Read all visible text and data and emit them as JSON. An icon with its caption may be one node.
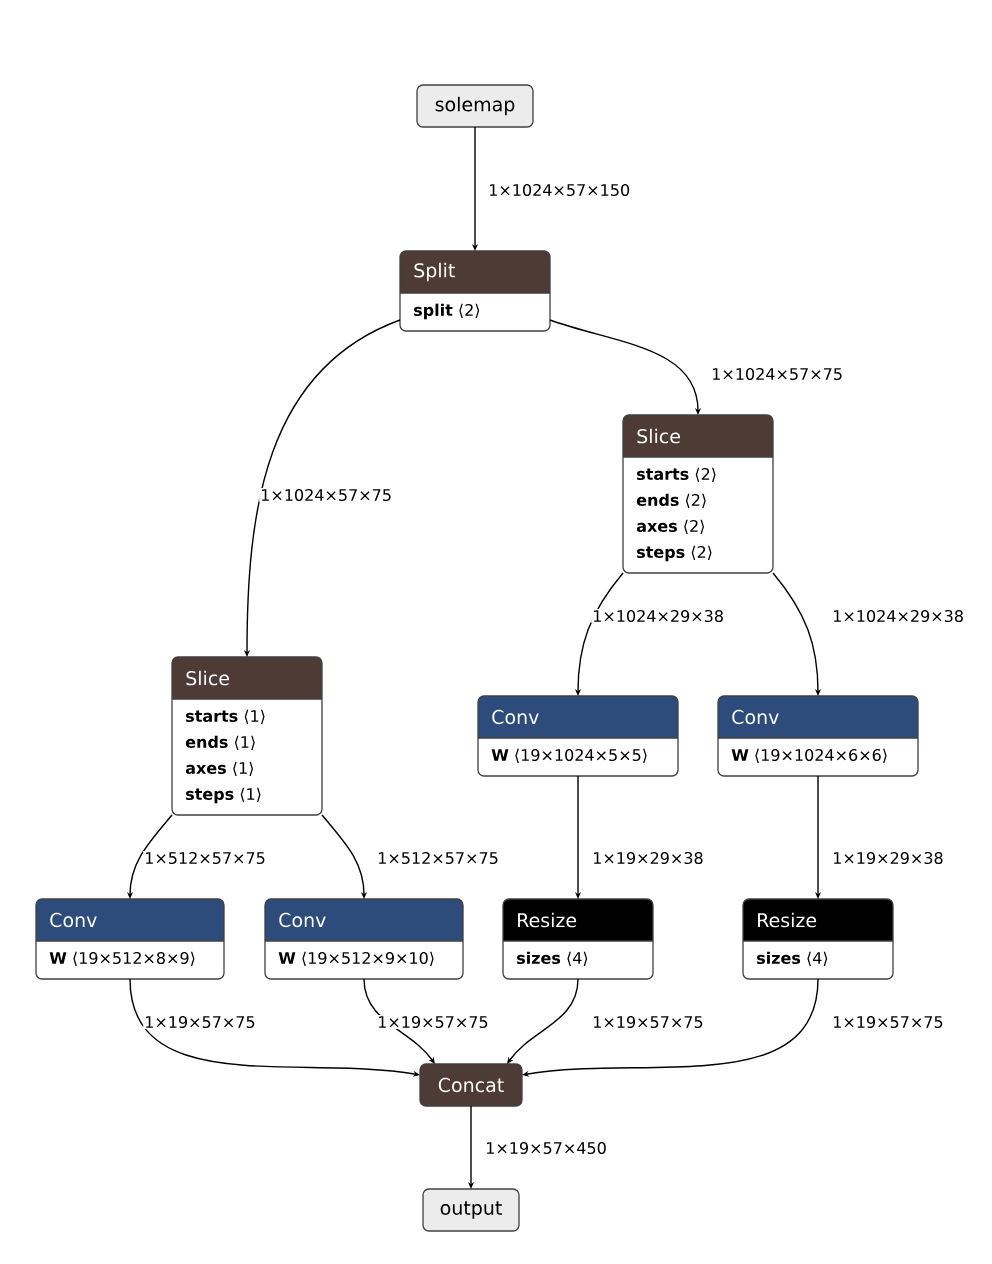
{
  "diagram": {
    "nodes": [
      {
        "text": [
          "solemap"
        ]
      },
      {
        "text": [
          "Split",
          "**split** ⟨2⟩"
        ]
      },
      {
        "text": [
          "Slice",
          "**starts** ⟨2⟩",
          "**ends** ⟨2⟩",
          "**axes** ⟨2⟩",
          "**steps** ⟨2⟩"
        ]
      },
      {
        "text": [
          "Slice",
          "**starts** ⟨1⟩",
          "**ends** ⟨1⟩",
          "**axes** ⟨1⟩",
          "**steps** ⟨1⟩"
        ]
      },
      {
        "text": [
          "Conv",
          "**W** ⟨19×1024×5×5⟩"
        ]
      },
      {
        "text": [
          "Conv",
          "**W** ⟨19×1024×6×6⟩"
        ]
      },
      {
        "text": [
          "Conv",
          "**W** ⟨19×512×8×9⟩"
        ]
      },
      {
        "text": [
          "Conv",
          "**W** ⟨19×512×9×10⟩"
        ]
      },
      {
        "text": [
          "Resize",
          "**sizes** ⟨4⟩"
        ]
      },
      {
        "text": [
          "Resize",
          "**sizes** ⟨4⟩"
        ]
      },
      {
        "text": [
          "Concat"
        ]
      },
      {
        "text": [
          "output"
        ]
      }
    ],
    "edges": [
      {
        "from": 0,
        "to": 1,
        "arrow": "to",
        "label": "1×1024×57×150"
      },
      {
        "from": 1,
        "to": 3,
        "arrow": "to",
        "label": "1×1024×57×75"
      },
      {
        "from": 1,
        "to": 2,
        "arrow": "to",
        "label": "1×1024×57×75"
      },
      {
        "from": 2,
        "to": 4,
        "arrow": "to",
        "label": "1×1024×29×38"
      },
      {
        "from": 2,
        "to": 5,
        "arrow": "to",
        "label": "1×1024×29×38"
      },
      {
        "from": 3,
        "to": 6,
        "arrow": "to",
        "label": "1×512×57×75"
      },
      {
        "from": 3,
        "to": 7,
        "arrow": "to",
        "label": "1×512×57×75"
      },
      {
        "from": 4,
        "to": 8,
        "arrow": "to",
        "label": "1×19×29×38"
      },
      {
        "from": 5,
        "to": 9,
        "arrow": "to",
        "label": "1×19×29×38"
      },
      {
        "from": 6,
        "to": 10,
        "arrow": "to",
        "label": "1×19×57×75"
      },
      {
        "from": 7,
        "to": 10,
        "arrow": "to",
        "label": "1×19×57×75"
      },
      {
        "from": 8,
        "to": 10,
        "arrow": "to",
        "label": "1×19×57×75"
      },
      {
        "from": 9,
        "to": 10,
        "arrow": "to",
        "label": "1×19×57×75"
      },
      {
        "from": 10,
        "to": 11,
        "arrow": "to",
        "label": "1×19×57×450"
      }
    ]
  }
}
